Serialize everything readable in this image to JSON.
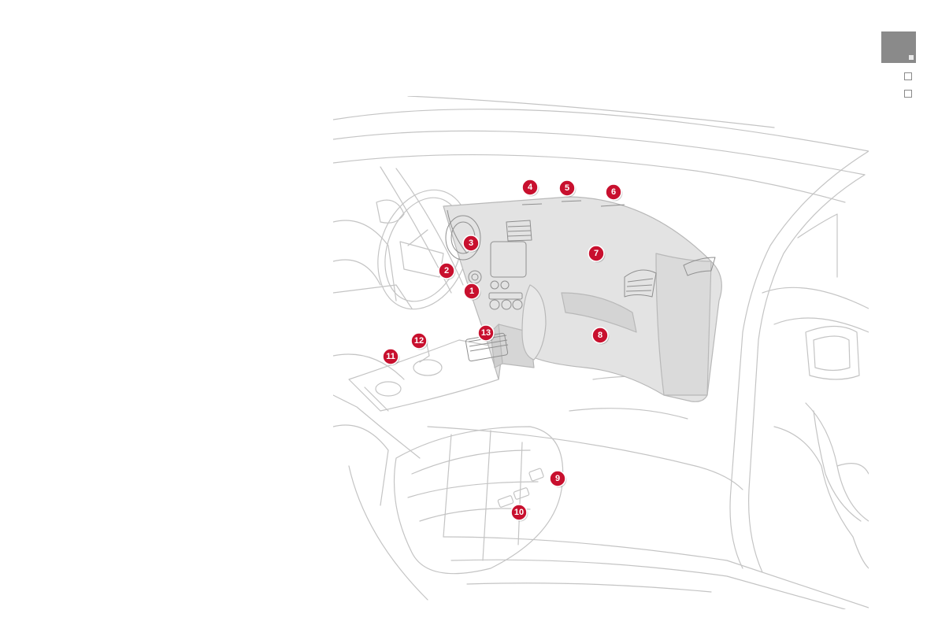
{
  "pager": {
    "pages": [
      "active",
      "inactive",
      "inactive"
    ]
  },
  "callouts": [
    {
      "id": "1",
      "label": "1"
    },
    {
      "id": "2",
      "label": "2"
    },
    {
      "id": "3",
      "label": "3"
    },
    {
      "id": "4",
      "label": "4"
    },
    {
      "id": "5",
      "label": "5"
    },
    {
      "id": "6",
      "label": "6"
    },
    {
      "id": "7",
      "label": "7"
    },
    {
      "id": "8",
      "label": "8"
    },
    {
      "id": "9",
      "label": "9"
    },
    {
      "id": "10",
      "label": "10"
    },
    {
      "id": "11",
      "label": "11"
    },
    {
      "id": "12",
      "label": "12"
    },
    {
      "id": "13",
      "label": "13"
    }
  ],
  "colors": {
    "callout": "#c8102e",
    "dashboard": "#e3e3e3",
    "outline": "#bdbdbd",
    "pager": "#8a8a8a"
  }
}
